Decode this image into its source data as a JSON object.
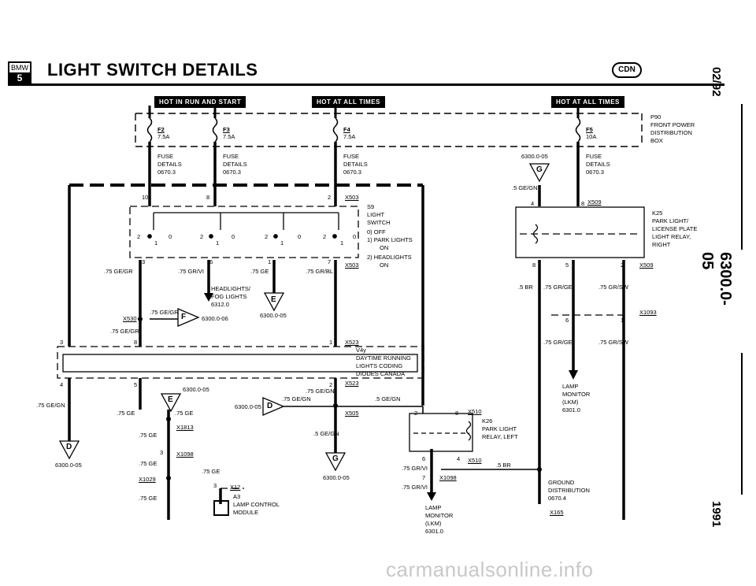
{
  "header": {
    "logo_top": "BMW",
    "logo_bottom": "5",
    "title": "LIGHT SWITCH DETAILS",
    "badge": "CDN"
  },
  "side": {
    "date": "02/92",
    "section": "6300.0-05",
    "year": "1991"
  },
  "power_bars": {
    "run_start": "HOT IN RUN AND START",
    "at_all_times_1": "HOT AT ALL TIMES",
    "at_all_times_2": "HOT AT ALL TIMES"
  },
  "fuses": {
    "f2": {
      "id": "F2",
      "rating": "7.5A"
    },
    "f3": {
      "id": "F3",
      "rating": "7.5A"
    },
    "f4": {
      "id": "F4",
      "rating": "7.5A"
    },
    "f5": {
      "id": "F5",
      "rating": "10A"
    },
    "box_label": [
      "P90",
      "FRONT POWER",
      "DISTRIBUTION",
      "BOX"
    ],
    "details_1": [
      "FUSE",
      "DETAILS",
      "0670.3"
    ],
    "details_2": [
      "FUSE",
      "DETAILS",
      "0670.3"
    ],
    "details_3": [
      "FUSE",
      "DETAILS",
      "0670.3"
    ],
    "details_4": [
      "FUSE",
      "DETAILS",
      "0670.3"
    ]
  },
  "switch_s9": {
    "id": "X503",
    "pins_top": [
      "10",
      "8",
      "2"
    ],
    "pins_bottom": [
      "3",
      "6",
      "1",
      "7"
    ],
    "positions": [
      "2",
      "1",
      "0",
      "2",
      "1",
      "0",
      "2",
      "1",
      "0",
      "2",
      "1",
      "0"
    ],
    "label": [
      "S9",
      "LIGHT",
      "SWITCH"
    ],
    "legend": [
      "0)  OFF",
      "1)  PARK LIGHTS",
      "ON",
      "2)  HEADLIGHTS",
      "ON"
    ],
    "connector_bottom": "X503"
  },
  "wires": {
    "w_ge_gr_left": ".75 GE/GR",
    "w_gr_vi": ".75 GR/VI",
    "w_ge": ".75 GE",
    "w_gr_bl": ".75 GR/BL",
    "w_ge_gr_x530": ".75 GE/GR",
    "w_ge_gr_below": ".75 GE/GR",
    "w_ge_gn_left": ".75 GE/GN",
    "w_ge_1": ".75 GE",
    "w_ge_2": ".75 GE",
    "w_ge_3": ".75 GE",
    "w_ge_4": ".75 GE",
    "w_ge_5": ".75 GE",
    "w_ge_6": ".75 GE",
    "w_ge_gn_mid": ".75 GE/GN",
    "w_ge_gn_d": ".75 GE/GN",
    "w_5_ge_gn_a": ".5 GE/GN",
    "w_5_ge_gn_b": ".5 GE/GN",
    "w_5_ge_gn_c": ".5 GE/GN",
    "w_5_br_a": ".5 BR",
    "w_5_br_b": ".5 BR",
    "w_gr_ge_a": ".75 GR/GE",
    "w_gr_sw_a": ".75 GR/SW",
    "w_gr_ge_b": ".75 GR/GE",
    "w_gr_sw_b": ".75 GR/SW",
    "w_gr_vi_a": ".75 GR/VI",
    "w_gr_vi_b": ".75 GR/VI"
  },
  "refs": {
    "headlights": [
      "HEADLIGHTS/",
      "FOG LIGHTS",
      "6312.0"
    ],
    "ref_e_top": "6300.0-05",
    "ref_f": "6300.0-06",
    "ref_e_mid": "6300.0-05",
    "ref_d_left": "6300.0-05",
    "ref_d_mid": "6300.0-05",
    "ref_g_bottom": "6300.0-05",
    "ref_g_top": "6300.0-05",
    "letter_e": "E",
    "letter_f": "F",
    "letter_d": "D",
    "letter_g": "G"
  },
  "connectors": {
    "x530": "X530",
    "x523": "X523",
    "x523_b": "X523",
    "x505": "X505",
    "x1813": "X1813",
    "x1098_a": "X1098",
    "x1029": "X1029",
    "x12": "X12",
    "x509_top": "X509",
    "x509_bottom": "X509",
    "x1093": "X1093",
    "x510_a": "X510",
    "x510_b": "X510",
    "x1098_b": "X1098",
    "x165": "X165"
  },
  "modules": {
    "v4y": [
      "V4y",
      "DAYTIME RUNNING",
      "LIGHTS CODING",
      "DIODES CANADA"
    ],
    "a3": [
      "A3",
      "LAMP CONTROL",
      "MODULE"
    ],
    "k25": [
      "K25",
      "PARK LIGHT/",
      "LICENSE PLATE",
      "LIGHT RELAY,",
      "RIGHT"
    ],
    "k26": [
      "K26",
      "PARK LIGHT",
      "RELAY, LEFT"
    ],
    "lamp_monitor_a": [
      "LAMP",
      "MONITOR",
      "(LKM)",
      "6301.0"
    ],
    "lamp_monitor_b": [
      "LAMP",
      "MONITOR",
      "(LKM)",
      "6301.0"
    ],
    "ground": [
      "GROUND",
      "DISTRIBUTION",
      "0670.4"
    ]
  },
  "pins": {
    "p4": "4",
    "p5": "5",
    "p3": "3",
    "p8": "8",
    "p2": "2",
    "p6": "6",
    "p7": "7",
    "p1": "1",
    "k25_4": "4",
    "k25_8": "8",
    "k25_8b": "8",
    "k25_5": "5",
    "k25_2": "2",
    "k25_6": "6",
    "k25_1": "1",
    "k26_2": "2",
    "k26_8": "8",
    "k26_6": "6",
    "k26_4": "4",
    "k26_7": "7",
    "a3_3": "3",
    "x1098_3": "3"
  },
  "watermark": "carmanualsonline.info"
}
